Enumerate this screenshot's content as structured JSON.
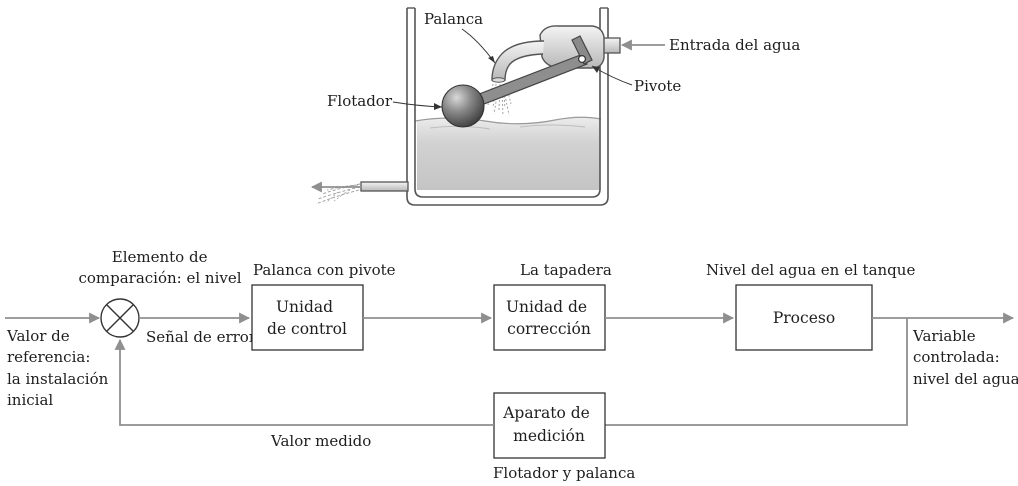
{
  "tank": {
    "label_lever": "Palanca",
    "label_inlet": "Entrada del agua",
    "label_float": "Flotador",
    "label_pivot": "Pivote"
  },
  "block_diagram": {
    "comparator_label": [
      "Elemento de",
      "comparación: el nivel"
    ],
    "input_label": [
      "Valor de",
      "referencia:",
      "la instalación",
      "inicial"
    ],
    "error_label": "Señal de error",
    "control_caption": "Palanca con pivote",
    "control_box": [
      "Unidad",
      "de control"
    ],
    "correction_caption": "La tapadera",
    "correction_box": [
      "Unidad de",
      "corrección"
    ],
    "process_caption": "Nivel del agua en el tanque",
    "process_box": "Proceso",
    "output_label": [
      "Variable",
      "controlada:",
      "nivel del agua"
    ],
    "measurement_box": [
      "Aparato de",
      "medición"
    ],
    "measurement_caption": "Flotador y palanca",
    "feedback_label": "Valor medido"
  },
  "colors": {
    "line": "#9a9a9a",
    "text": "#1e1e1e",
    "water": "#d4d4d4",
    "float_dark": "#505050",
    "float_light": "#cfcfcf"
  }
}
